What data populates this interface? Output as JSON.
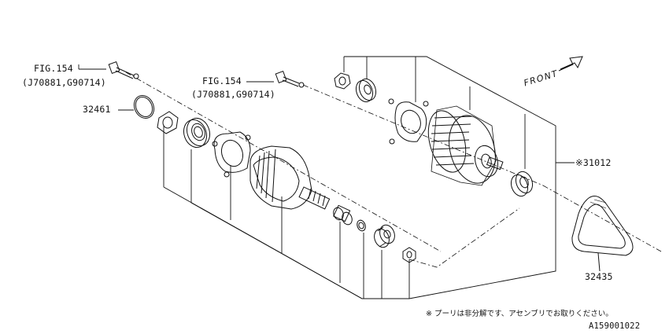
{
  "labels": {
    "fig_left": "FIG.154",
    "fig_left_sub": "(J70881,G90714)",
    "fig_mid": "FIG.154",
    "fig_mid_sub": "(J70881,G90714)",
    "part_32461": "32461",
    "part_31012": "※31012",
    "part_32435": "32435",
    "front": "FRONT"
  },
  "note": "※ プーリは非分解です、アセンブリでお取りください。",
  "drawing_id": "A159001022"
}
